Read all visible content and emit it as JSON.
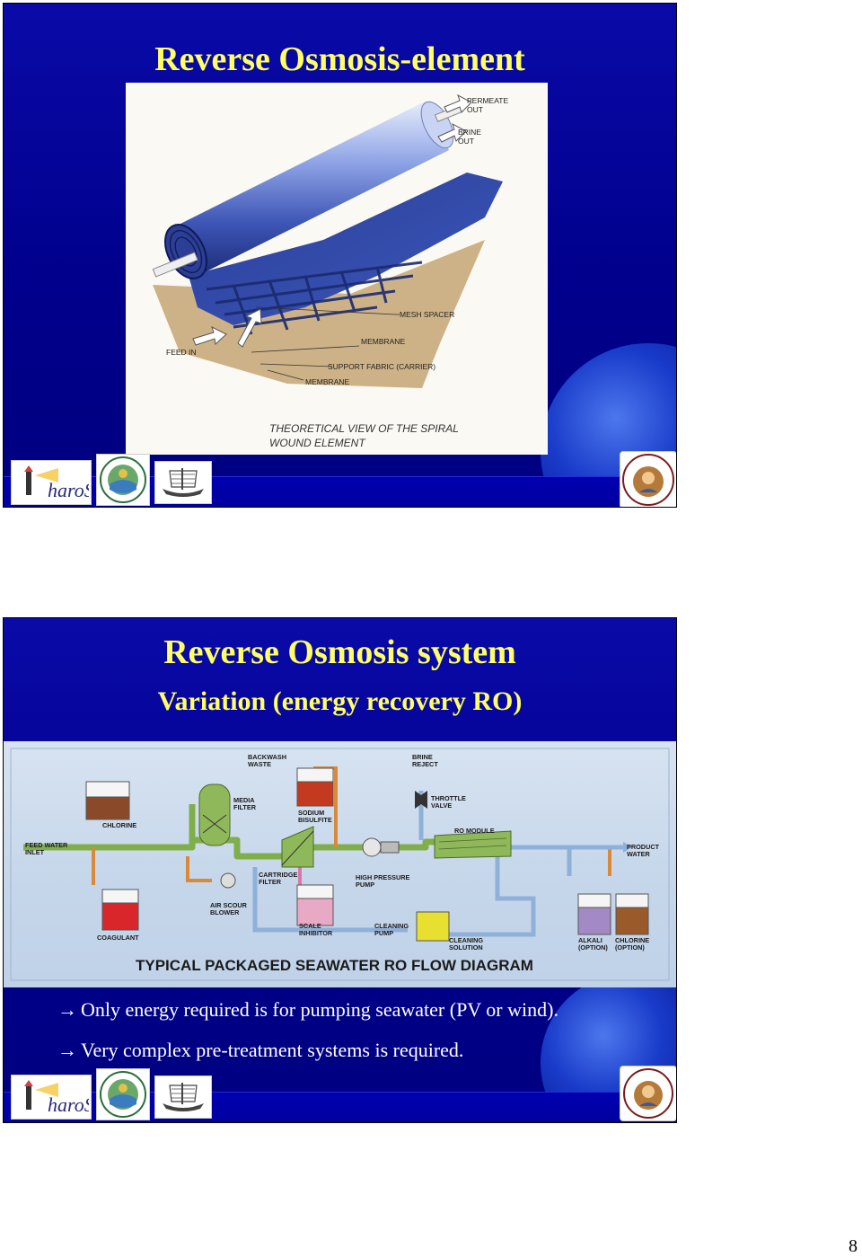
{
  "slide1": {
    "title": "Reverse Osmosis-element",
    "figure": {
      "labels": {
        "permeate_out": "PERMEATE\nOUT",
        "brine_out": "BRINE\nOUT",
        "mesh_spacer": "MESH SPACER",
        "feed_in": "FEED IN",
        "membrane_1": "MEMBRANE",
        "support_fabric": "SUPPORT FABRIC (CARRIER)",
        "membrane_2": "MEMBRANE"
      },
      "caption_line1": "THEORETICAL VIEW OF THE SPIRAL",
      "caption_line2": "WOUND ELEMENT"
    },
    "logos": [
      "pharos-logo",
      "round-seal-logo",
      "ship-logo",
      "university-seal-logo"
    ]
  },
  "slide2": {
    "title": "Reverse Osmosis system",
    "subtitle": "Variation (energy recovery RO)",
    "diagram": {
      "title": "TYPICAL PACKAGED SEAWATER RO FLOW DIAGRAM",
      "labels": {
        "backwash_waste": "BACKWASH\nWASTE",
        "brine_reject": "BRINE\nREJECT",
        "media_filter": "MEDIA\nFILTER",
        "chlorine": "CHLORINE",
        "sodium_bisulfite": "SODIUM\nBISULFITE",
        "throttle_valve": "THROTTLE\nVALVE",
        "ro_module": "RO MODULE",
        "feed_water_inlet": "FEED WATER\nINLET",
        "product_water": "PRODUCT\nWATER",
        "cartridge_filter": "CARTRIDGE\nFILTER",
        "high_pressure_pump": "HIGH PRESSURE\nPUMP",
        "air_scour_blower": "AIR SCOUR\nBLOWER",
        "coagulant": "COAGULANT",
        "scale_inhibitor": "SCALE\nINHIBITOR",
        "cleaning_pump": "CLEANING\nPUMP",
        "cleaning_solution": "CLEANING\nSOLUTION",
        "alkali": "ALKALI\n(OPTION)",
        "chlorine_option": "CHLORINE\n(OPTION)"
      }
    },
    "bullets": [
      "Only energy required is for pumping seawater (PV or wind).",
      "Very complex pre-treatment systems is required."
    ],
    "bullet_icon": "right-arrow-icon",
    "logos": [
      "pharos-logo",
      "round-seal-logo",
      "ship-logo",
      "university-seal-logo"
    ]
  },
  "page_number": "8"
}
